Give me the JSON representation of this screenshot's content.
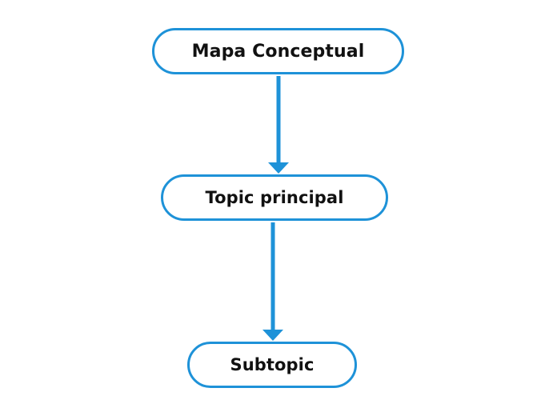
{
  "diagram": {
    "title": "Mapa Conceptual",
    "type": "concept-map",
    "background_color": "#ffffff",
    "accent_color": "#1e92d8",
    "text_color": "#111111",
    "nodes": [
      {
        "id": "root",
        "label": "Mapa Conceptual",
        "shape": "rounded-pill",
        "level": 0
      },
      {
        "id": "topic",
        "label": "Topic principal",
        "shape": "rounded-pill",
        "level": 1
      },
      {
        "id": "subtopic",
        "label": "Subtopic",
        "shape": "rounded-pill",
        "level": 2
      }
    ],
    "connectors": [
      {
        "id": "root-to-topic",
        "from": "root",
        "to": "topic",
        "style": "arrow-down",
        "color": "#1e92d8"
      },
      {
        "id": "topic-to-subtopic",
        "from": "topic",
        "to": "subtopic",
        "style": "arrow-down",
        "color": "#1e92d8"
      }
    ]
  }
}
